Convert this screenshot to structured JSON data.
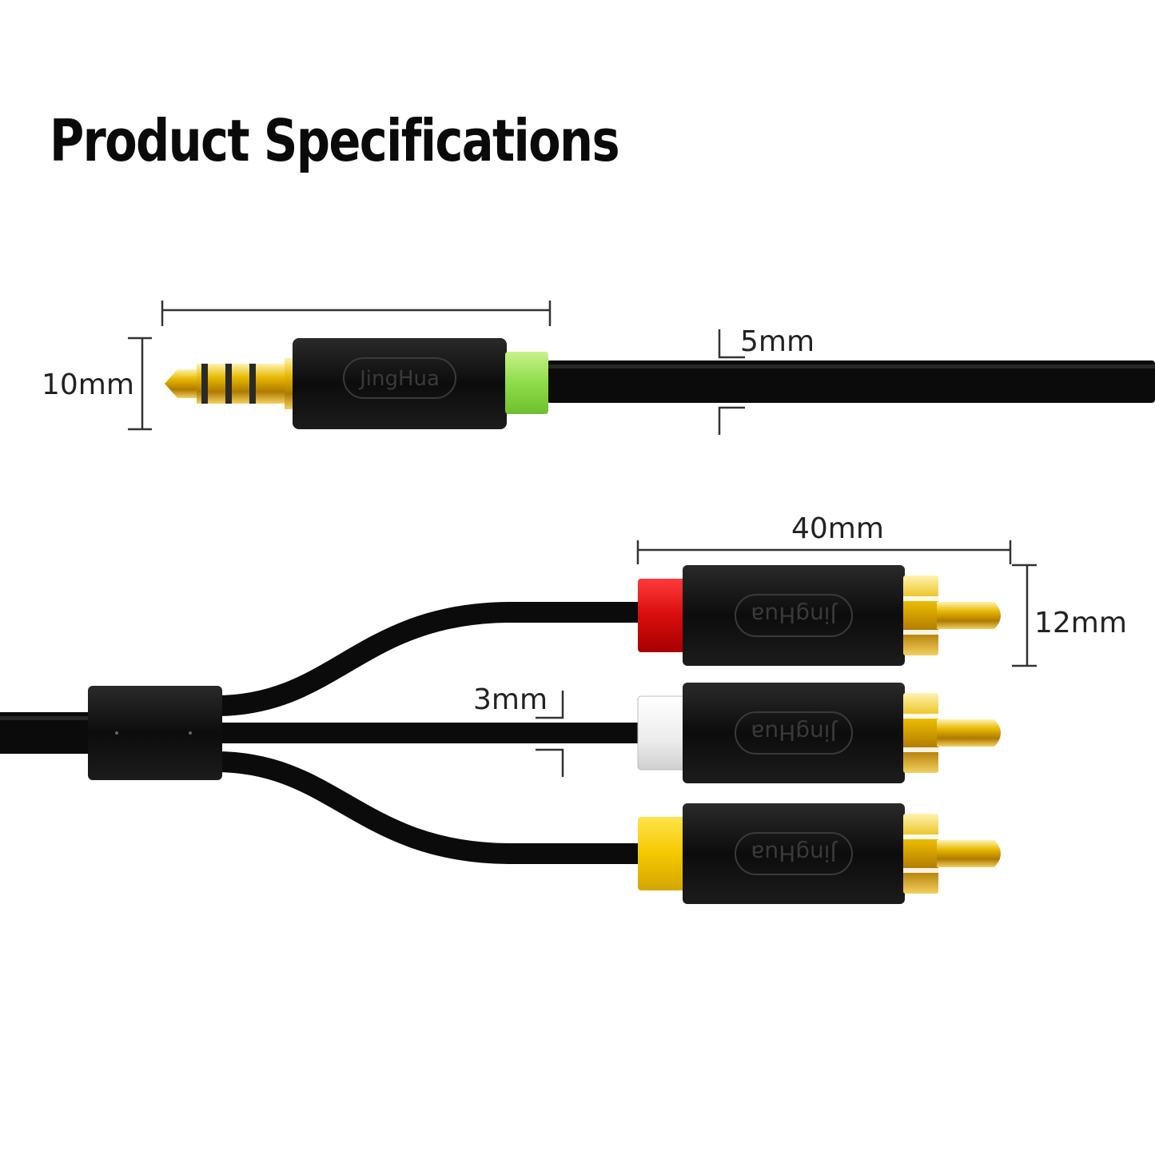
{
  "title": "Product Specifications",
  "brand": "JingHua",
  "dimensions": {
    "plug_diameter": "10mm",
    "cable_diameter_top": "5mm",
    "rca_length": "40mm",
    "rca_diameter": "12mm",
    "cable_diameter_split": "3mm"
  },
  "colors": {
    "cable": "#0b0b0b",
    "accent_ring": "#8fdc4a",
    "rca_red": "#d80d0d",
    "rca_white": "#f2f2f2",
    "rca_yellow": "#f5c800",
    "gold": "#e3b000"
  },
  "connectors": [
    {
      "name": "red",
      "color": "#d80d0d"
    },
    {
      "name": "white",
      "color": "#f2f2f2"
    },
    {
      "name": "yellow",
      "color": "#f5c800"
    }
  ]
}
